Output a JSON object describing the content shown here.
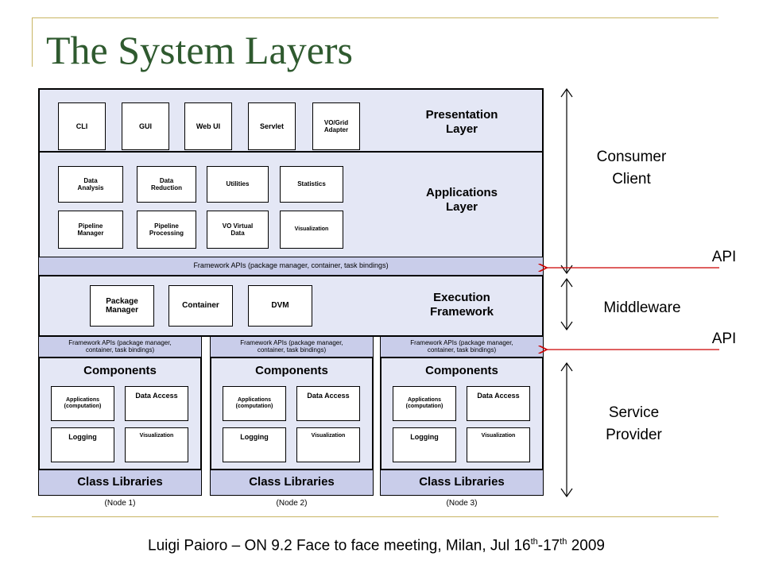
{
  "title": "The System Layers",
  "presentation": {
    "title": "Presentation\nLayer",
    "items": [
      "CLI",
      "GUI",
      "Web UI",
      "Servlet",
      "VO/Grid\nAdapter"
    ]
  },
  "applications": {
    "title": "Applications\nLayer",
    "row1": [
      "Data\nAnalysis",
      "Data\nReduction",
      "Utilities",
      "Statistics"
    ],
    "row2": [
      "Pipeline\nManager",
      "Pipeline\nProcessing",
      "VO Virtual\nData",
      "Visualization"
    ]
  },
  "framework_apis": "Framework APIs (package manager, container, task bindings)",
  "execution": {
    "title": "Execution\nFramework",
    "items": [
      "Package\nManager",
      "Container",
      "DVM"
    ]
  },
  "nodes": [
    {
      "apis": "Framework APIs (package manager,\ncontainer, task bindings)",
      "components_title": "Components",
      "items": [
        "Applications\n(computation)",
        "Data Access",
        "Logging",
        "Visualization"
      ],
      "libraries": "Class Libraries",
      "label": "(Node 1)"
    },
    {
      "apis": "Framework APIs (package manager,\ncontainer, task bindings)",
      "components_title": "Components",
      "items": [
        "Applications\n(computation)",
        "Data Access",
        "Logging",
        "Visualization"
      ],
      "libraries": "Class Libraries",
      "label": "(Node 2)"
    },
    {
      "apis": "Framework APIs (package manager,\ncontainer, task bindings)",
      "components_title": "Components",
      "items": [
        "Applications\n(computation)",
        "Data Access",
        "Logging",
        "Visualization"
      ],
      "libraries": "Class Libraries",
      "label": "(Node 3)"
    }
  ],
  "side_labels": {
    "consumer": "Consumer\nClient",
    "api_1": "API",
    "middleware": "Middleware",
    "api_2": "API",
    "service": "Service\nProvider"
  },
  "footer": {
    "prefix": "Luigi Paioro – ON 9.2 Face to face meeting, Milan, Jul 16",
    "sup1": "th",
    "mid": "-17",
    "sup2": "th",
    "suffix": " 2009"
  },
  "colors": {
    "title": "#2f5a2f",
    "accent_line": "#c8b563",
    "layer_fill": "#e4e7f5",
    "band_fill": "#c9cdea",
    "arrow": "#cc0000"
  }
}
